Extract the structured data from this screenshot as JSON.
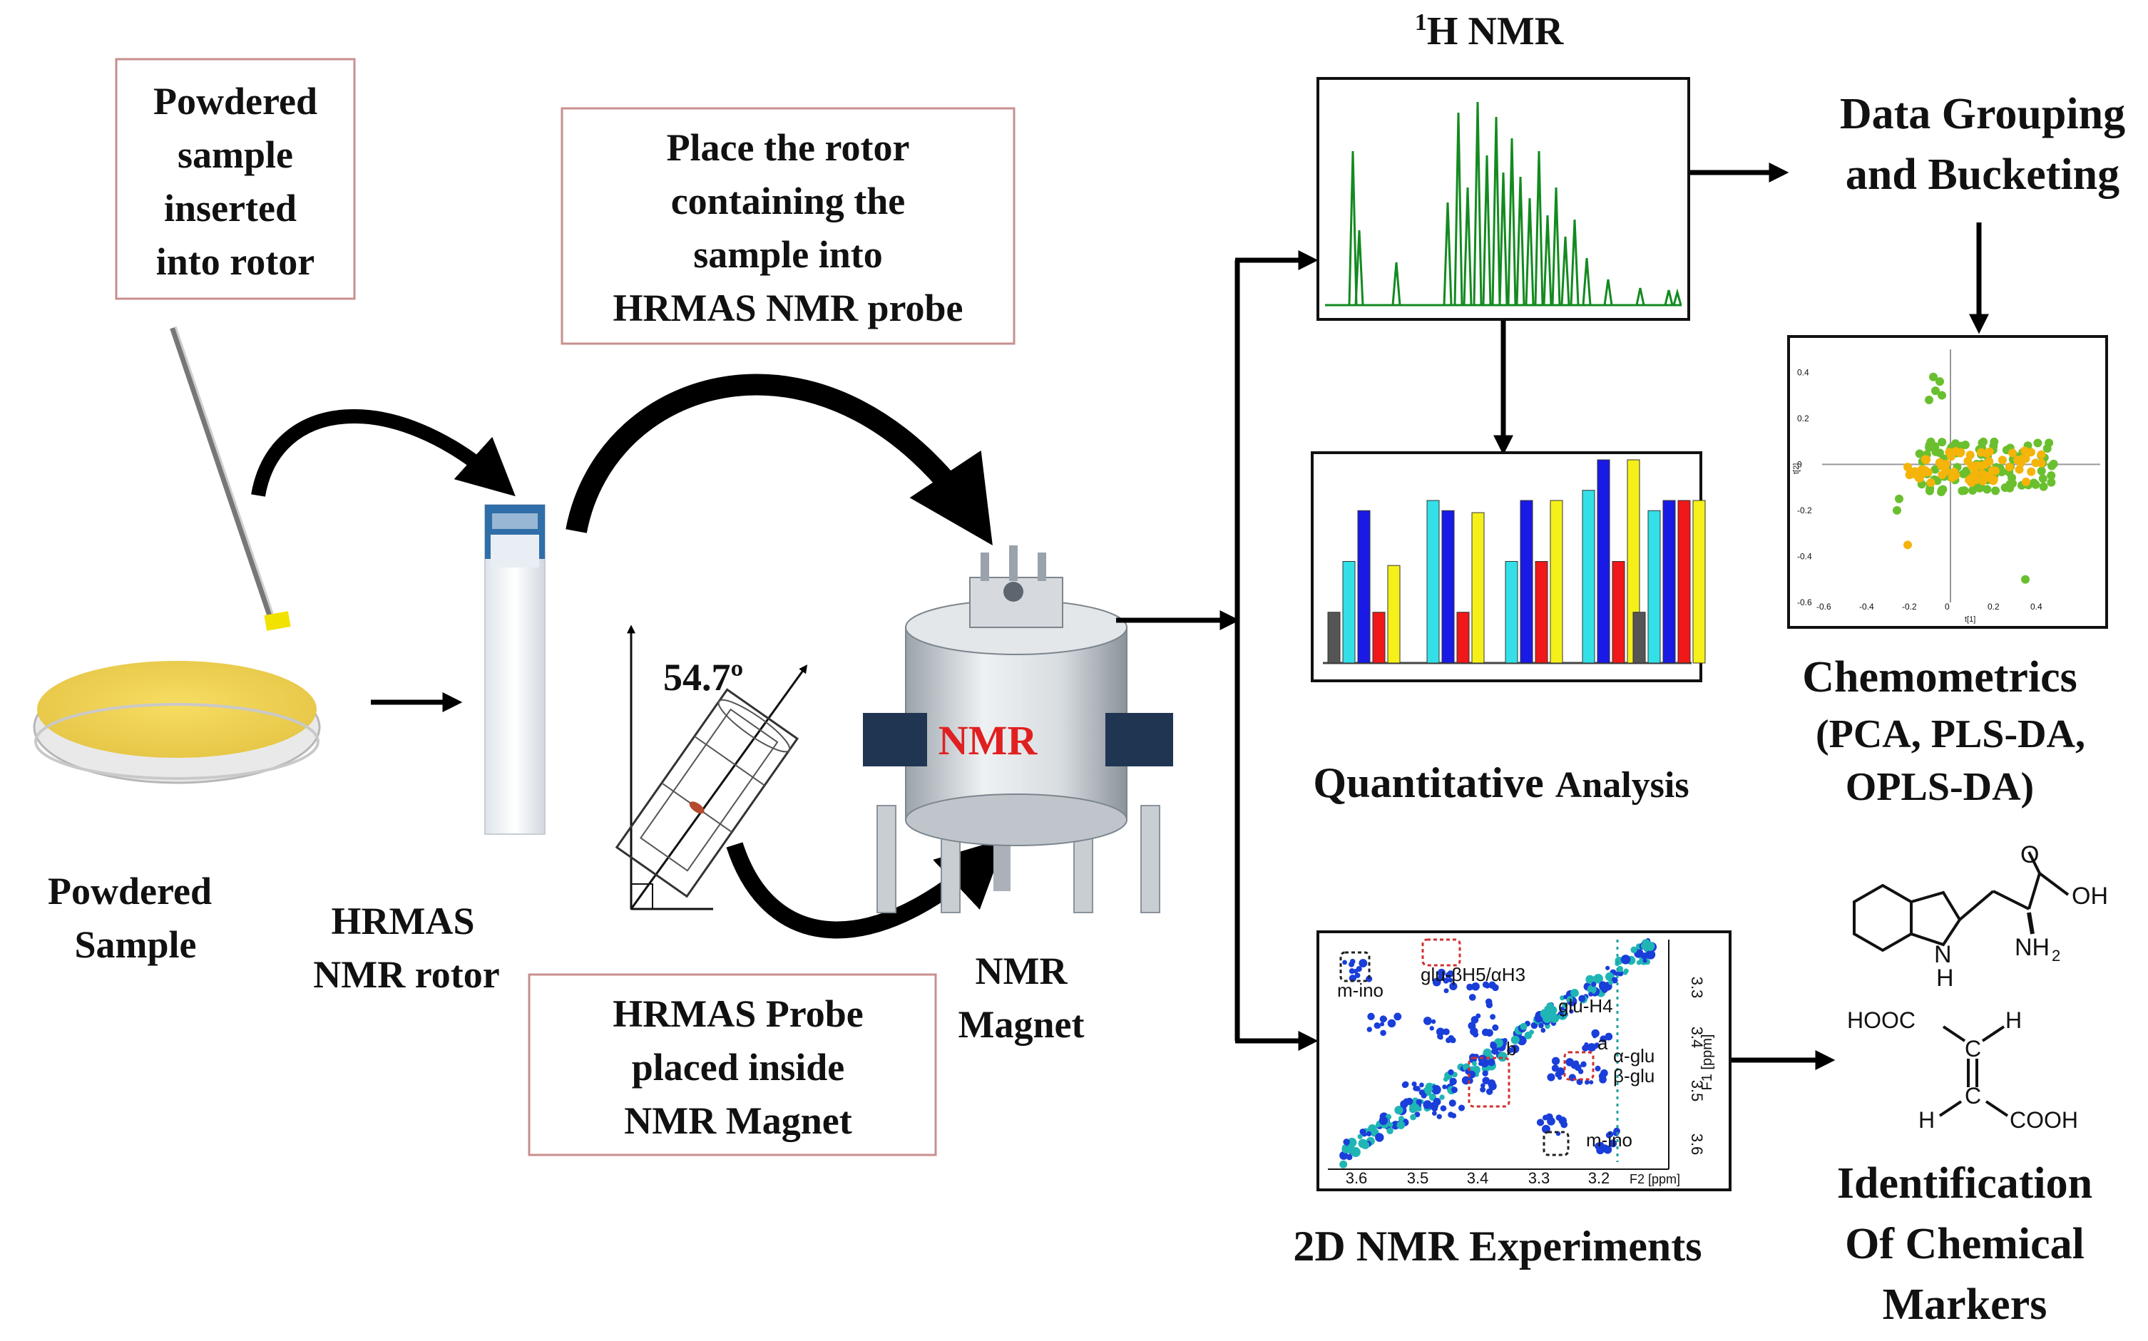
{
  "labels": {
    "box_powder": [
      "Powdered",
      "sample",
      "inserted",
      "into rotor"
    ],
    "box_place": [
      "Place the rotor",
      "containing the",
      "sample into",
      "HRMAS NMR probe"
    ],
    "box_probe": [
      "HRMAS Probe",
      "placed inside",
      "NMR Magnet"
    ],
    "powdered_sample": [
      "Powdered",
      "Sample"
    ],
    "hrmas_rotor": [
      "HRMAS",
      "NMR rotor"
    ],
    "angle": "54.7º",
    "nmr_text": "NMR",
    "nmr_magnet": [
      "NMR",
      "Magnet"
    ],
    "h1_nmr_sup": "1",
    "h1_nmr_rest": "H NMR",
    "quant_big": "Quantitative",
    "quant_small": "Analysis",
    "data_grouping": [
      "Data Grouping",
      "and Bucketing"
    ],
    "chemometrics": [
      "Chemometrics",
      "(PCA, PLS-DA,",
      "OPLS-DA)"
    ],
    "two_d_nmr": "2D NMR Experiments",
    "identification": [
      "Identification",
      "Of Chemical",
      "Markers"
    ]
  },
  "twod_plot": {
    "annotations": [
      "m-ino",
      "glu-βH5/αH3",
      "glu-H4",
      "a",
      "b",
      "α-glu",
      "β-glu",
      "m-ino"
    ],
    "x_ticks": [
      "3.6",
      "3.5",
      "3.4",
      "3.3",
      "3.2"
    ],
    "x_unit": "F2 [ppm]",
    "y_ticks": [
      "3.3",
      "3.4",
      "3.5",
      "3.6"
    ],
    "y_unit": "F1 [ppm]"
  },
  "pca_plot": {
    "y_ticks": [
      "0.4",
      "0.2",
      "0",
      "-0.2",
      "-0.4",
      "-0.6"
    ],
    "x_ticks": [
      "-0.6",
      "-0.4",
      "-0.2",
      "0",
      "0.2",
      "0.4"
    ],
    "x_label": "t[1]",
    "y_label": "t[2]"
  },
  "molecules": {
    "trp": [
      "O",
      "OH",
      "NH",
      "2",
      "N",
      "H"
    ],
    "acid": [
      "HOOC",
      "C",
      "H",
      "C",
      "H",
      "COOH"
    ]
  },
  "chart_data": {
    "type": "bar",
    "groups": 5,
    "series_colors": [
      "#555555",
      "#33e0e8",
      "#1a1ae6",
      "#f01818",
      "#f5f01a"
    ],
    "values": [
      [
        0.25,
        0.5,
        0.75,
        0.25,
        0.48
      ],
      [
        0,
        0.8,
        0.75,
        0.25,
        0.74
      ],
      [
        0,
        0.5,
        0.8,
        0.5,
        0.8
      ],
      [
        0,
        0.85,
        1.0,
        0.5,
        1.0
      ],
      [
        0.25,
        0.75,
        0.8,
        0.8,
        0.8
      ]
    ],
    "spectrum_color": "#138a20",
    "pca_colors": [
      "#6abf2e",
      "#f5b40a"
    ]
  }
}
